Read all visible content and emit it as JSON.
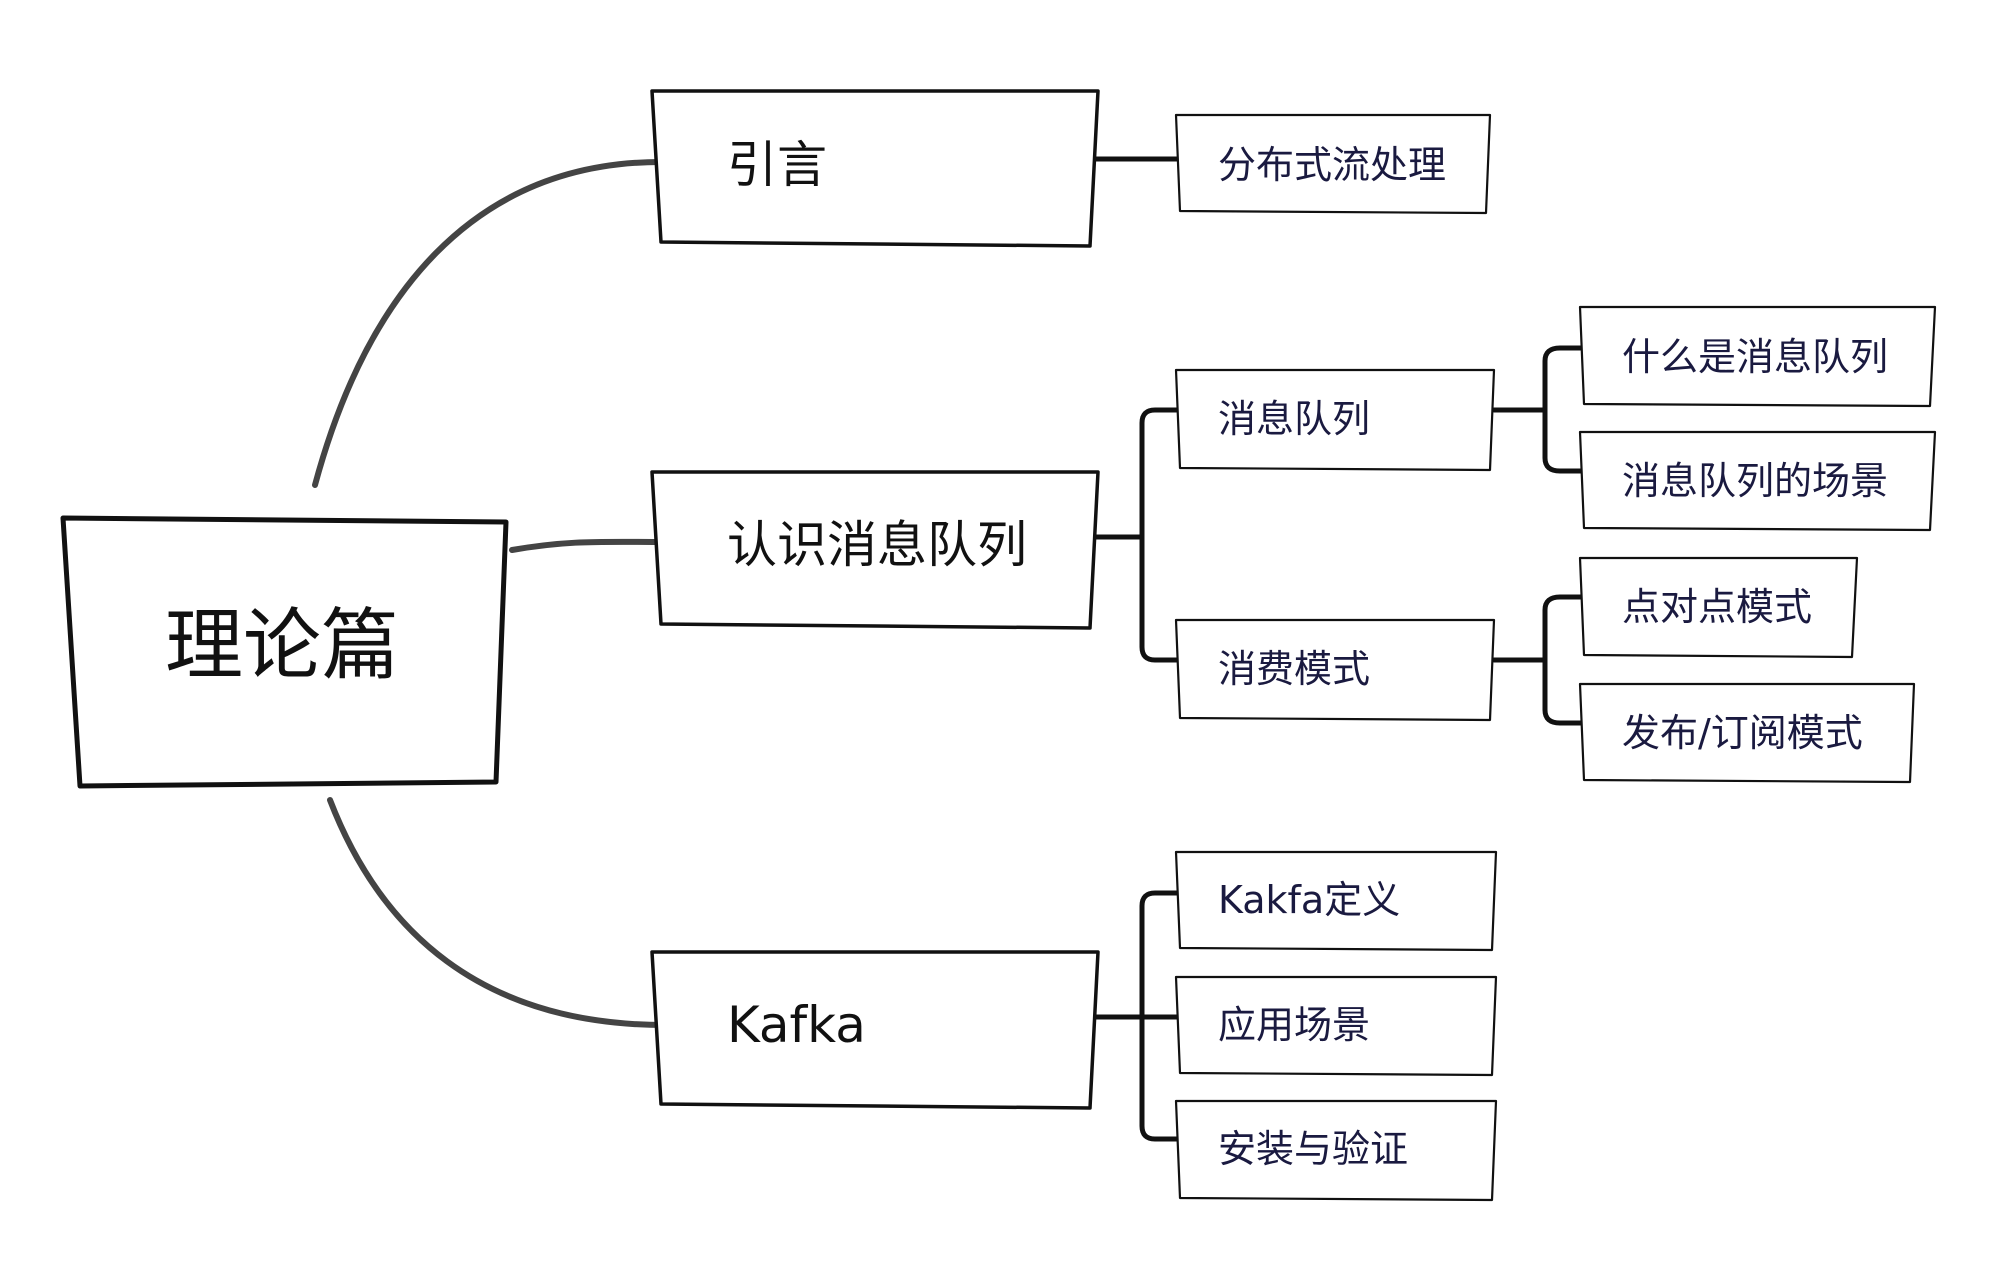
{
  "root": {
    "label": "理论篇"
  },
  "branches": [
    {
      "label": "引言",
      "children": [
        {
          "label": "分布式流处理",
          "children": []
        }
      ]
    },
    {
      "label": "认识消息队列",
      "children": [
        {
          "label": "消息队列",
          "children": [
            {
              "label": "什么是消息队列"
            },
            {
              "label": "消息队列的场景"
            }
          ]
        },
        {
          "label": "消费模式",
          "children": [
            {
              "label": "点对点模式"
            },
            {
              "label": "发布/订阅模式"
            }
          ]
        }
      ]
    },
    {
      "label": "Kafka",
      "children": [
        {
          "label": "Kakfa定义",
          "children": []
        },
        {
          "label": "应用场景",
          "children": []
        },
        {
          "label": "安装与验证",
          "children": []
        }
      ]
    }
  ]
}
